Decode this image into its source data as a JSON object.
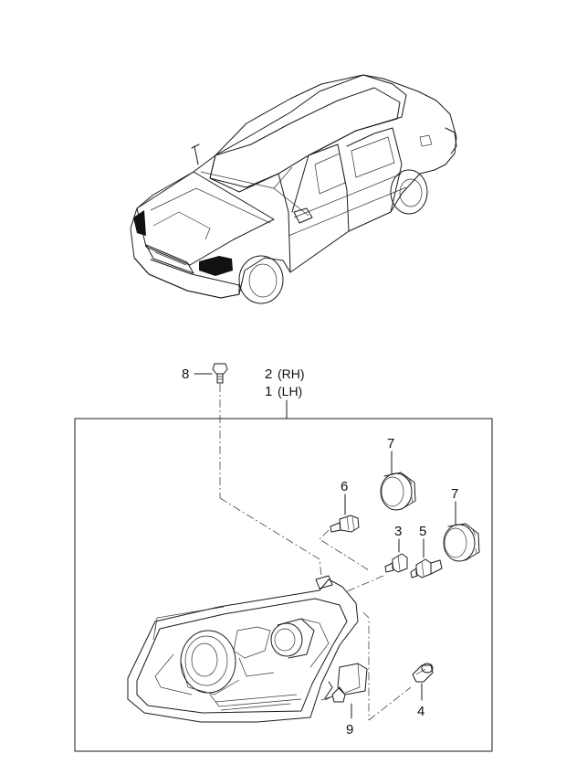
{
  "callouts": {
    "p1": "1",
    "p1_side": "(LH)",
    "p2": "2",
    "p2_side": "(RH)",
    "p3": "3",
    "p4": "4",
    "p5": "5",
    "p6": "6",
    "p7a": "7",
    "p7b": "7",
    "p8": "8",
    "p9": "9"
  }
}
